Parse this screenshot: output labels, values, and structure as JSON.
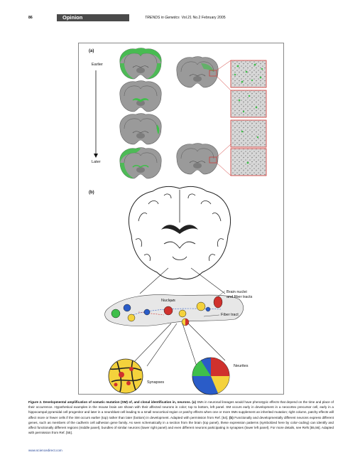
{
  "header": {
    "page_number": "86",
    "section": "Opinion",
    "journal_name": "TRENDS in Genetics",
    "journal_details": "Vol.21 No.2 February 2005"
  },
  "figure": {
    "panel_a_label": "(a)",
    "panel_b_label": "(b)",
    "earlier_label": "Earlier",
    "later_label": "Later",
    "labels": {
      "nucleus": "Nucleus",
      "brain_nuclei_line1": "Brain nuclei",
      "brain_nuclei_line2": "and fiber tracts",
      "fiber_tract": "Fiber tract",
      "neurites": "Neurites",
      "synapses": "Synapses"
    },
    "colors": {
      "green": "#3fbf4a",
      "red": "#d0312d",
      "yellow": "#f4d23c",
      "blue": "#2a5cc8"
    }
  },
  "caption": {
    "figure_label": "Figure 2.",
    "title": "Developmental amplification of somatic mutation (SM) of, and clonal identification in, neurons.",
    "panel_a_tag": "(a)",
    "panel_a_text": "SMs in neuronal lineages would have phenotypic effects that depend on the time and place of their occurrence. Hypothetical examples in the mouse brain are shown with their affected neurons in color; top to bottom, left panel. SM occurs early in development in a neocortex precursor cell, early in a hippocampal pyramidal cell progenitor and later in a neuroblast cell leading to a small neocortical region or patchy effects when one or more SMs supplement an inherited mutation; right column, patchy effects will affect more or fewer cells if the SM occurs earlier (top) rather than later (bottom) in development. Adapted with permission from Ref. [54].",
    "panel_b_tag": "(b)",
    "panel_b_text": "Functionally and developmentally different neurons express different genes, such as members of the cadherin cell adhesion gene family. As seen schematically in a section from the brain (top panel), these expression patterns (symbolized here by color-coding) can identify and affect functionally different regions (middle panel), bundles of similar neurons (lower right panel) and even different neurons participating in synapses (lower left panel). For more details, see Refs [55,56]. Adapted with permission from Ref. [55]."
  },
  "footer": {
    "url": "www.sciencedirect.com"
  }
}
